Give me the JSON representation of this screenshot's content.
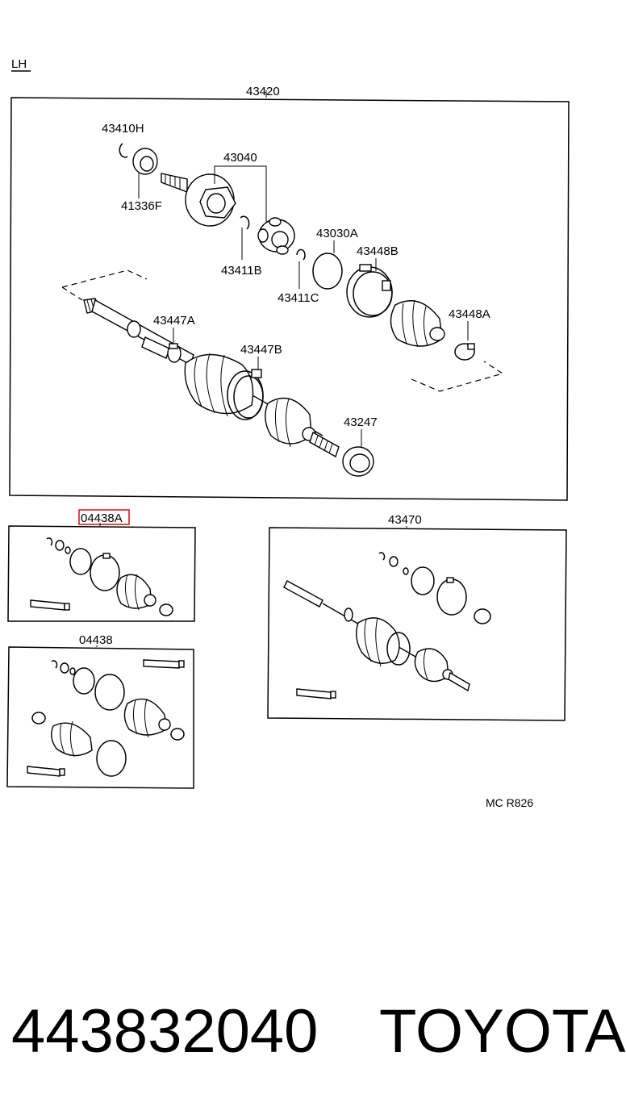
{
  "side_label": "LH",
  "labels": {
    "p43420": "43420",
    "p43410H": "43410H",
    "p41336F": "41336F",
    "p43040": "43040",
    "p43411B": "43411B",
    "p43411C": "43411C",
    "p43030A": "43030A",
    "p43448B": "43448B",
    "p43448A": "43448A",
    "p43447A": "43447A",
    "p43447B": "43447B",
    "p43247": "43247",
    "p04438A": "04438A",
    "p43470": "43470",
    "p04438": "04438",
    "mc_code": "MC R826"
  },
  "part_number": "443832040",
  "brand": "TOYOTA",
  "highlight_color": "#d42020"
}
